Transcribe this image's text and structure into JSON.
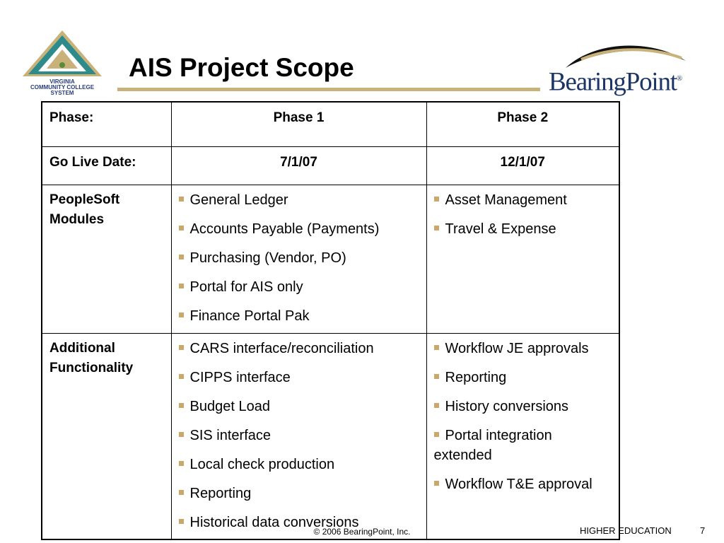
{
  "logos": {
    "vccs_line1": "VIRGINIA",
    "vccs_line2": "COMMUNITY COLLEGE",
    "vccs_line3": "SYSTEM",
    "bearingpoint": "BearingPoint",
    "bearingpoint_mark": "®",
    "colors": {
      "navy": "#1d3566",
      "gold": "#c9b27a",
      "teal": "#2e8b8b",
      "green": "#5a8a3a"
    }
  },
  "title": "AIS Project Scope",
  "table": {
    "header": {
      "label": "Phase:",
      "phase1": "Phase 1",
      "phase2": "Phase 2"
    },
    "go_live": {
      "label": "Go Live Date:",
      "phase1": "7/1/07",
      "phase2": "12/1/07"
    },
    "modules": {
      "label": "PeopleSoft Modules",
      "phase1": [
        "General Ledger",
        "Accounts Payable (Payments)",
        "Purchasing (Vendor, PO)",
        "Portal for AIS only",
        "Finance Portal Pak"
      ],
      "phase2": [
        "Asset Management",
        "Travel & Expense"
      ]
    },
    "additional": {
      "label": "Additional Functionality",
      "phase1": [
        "CARS interface/reconciliation",
        "CIPPS interface",
        "Budget Load",
        "SIS interface",
        "Local check production",
        "Reporting",
        "Historical data conversions"
      ],
      "phase2": [
        "Workflow JE approvals",
        "Reporting",
        "History conversions",
        "Portal integration extended",
        "Workflow T&E approval"
      ]
    }
  },
  "footer": {
    "copyright": "© 2006 BearingPoint, Inc.",
    "section": "HIGHER EDUCATION",
    "page": "7"
  }
}
